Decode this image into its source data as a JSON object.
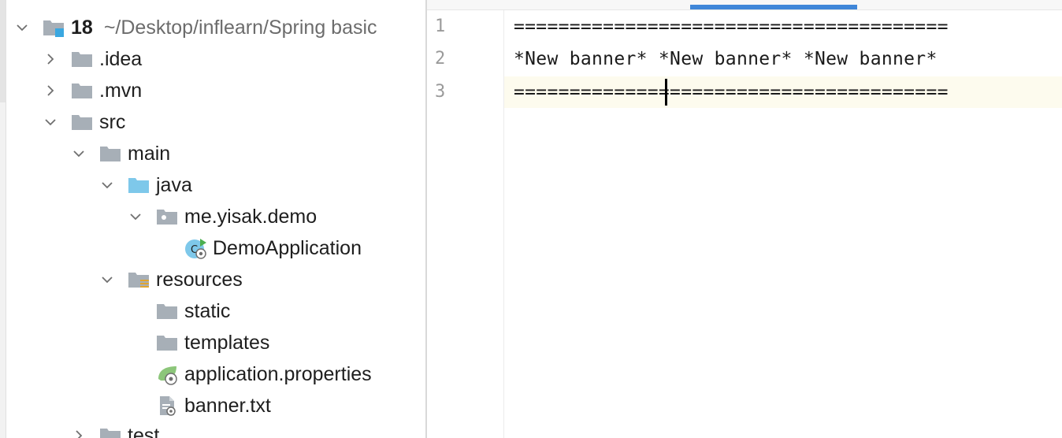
{
  "project_tree": {
    "root": {
      "name": "18",
      "path": "~/Desktop/inflearn/Spring basic"
    },
    "items": [
      {
        "label": "18",
        "expanded": true
      },
      {
        "label": ".idea",
        "expanded": false
      },
      {
        "label": ".mvn",
        "expanded": false
      },
      {
        "label": "src",
        "expanded": true
      },
      {
        "label": "main",
        "expanded": true
      },
      {
        "label": "java",
        "expanded": true
      },
      {
        "label": "me.yisak.demo",
        "expanded": true
      },
      {
        "label": "DemoApplication"
      },
      {
        "label": "resources",
        "expanded": true
      },
      {
        "label": "static"
      },
      {
        "label": "templates"
      },
      {
        "label": "application.properties"
      },
      {
        "label": "banner.txt"
      },
      {
        "label": "test",
        "expanded": false
      }
    ]
  },
  "editor": {
    "lines": [
      {
        "number": "1",
        "text": "======================================="
      },
      {
        "number": "2",
        "text": "*New banner* *New banner* *New banner*"
      },
      {
        "number": "3",
        "text": "======================================="
      }
    ],
    "current_line": 3
  },
  "colors": {
    "folder": "#a7afb7",
    "source_folder": "#7ec8ea",
    "active_tab": "#3f86d8",
    "current_line_bg": "#fdfbee"
  }
}
